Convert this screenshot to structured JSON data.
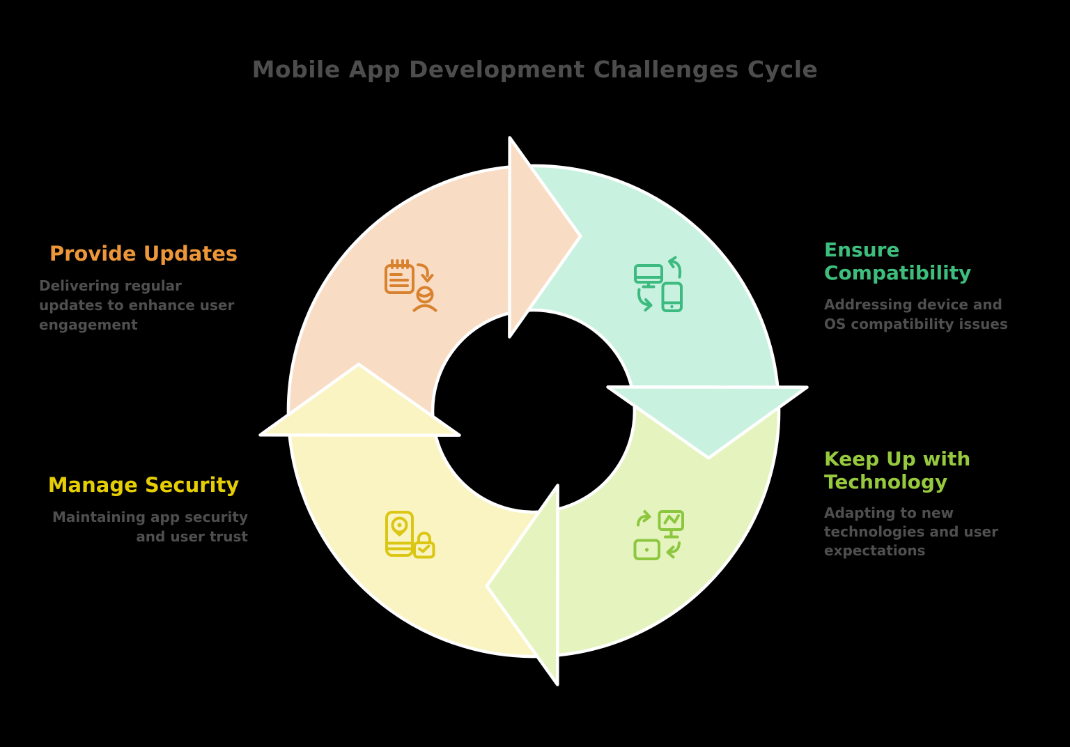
{
  "page": {
    "background": "#000000",
    "gap_color": "#ffffff",
    "text_color": "#4f4f4f"
  },
  "title": {
    "text": "Mobile App Development Challenges Cycle",
    "color": "#4d4d4d"
  },
  "cycle": {
    "direction": "clockwise",
    "segment_count": 4
  },
  "segments": [
    {
      "id": "provide-updates",
      "title_lines": [
        "Provide Updates"
      ],
      "title_color": "#ed9738",
      "description_lines": [
        "Delivering regular",
        "updates to enhance user",
        "engagement"
      ],
      "fill": "#f9dcc4",
      "icon": "notepad-update-user-icon",
      "icon_color": "#d8822f"
    },
    {
      "id": "ensure-compatibility",
      "title_lines": [
        "Ensure",
        "Compatibility"
      ],
      "title_color": "#3ebe7d",
      "description_lines": [
        "Addressing device and",
        "OS compatibility issues"
      ],
      "fill": "#c9f1e0",
      "icon": "device-sync-icon",
      "icon_color": "#3cba80"
    },
    {
      "id": "keep-up-with-technology",
      "title_lines": [
        "Keep Up with",
        "Technology"
      ],
      "title_color": "#97c93e",
      "description_lines": [
        "Adapting to new",
        "technologies and user",
        "expectations"
      ],
      "fill": "#e5f4bf",
      "icon": "tech-refresh-icon",
      "icon_color": "#8dc63f"
    },
    {
      "id": "manage-security",
      "title_lines": [
        "Manage Security"
      ],
      "title_color": "#e5ce04",
      "description_lines": [
        "Maintaining app security",
        "and user trust"
      ],
      "fill": "#faf4c2",
      "icon": "phone-lock-icon",
      "icon_color": "#dac613"
    }
  ]
}
